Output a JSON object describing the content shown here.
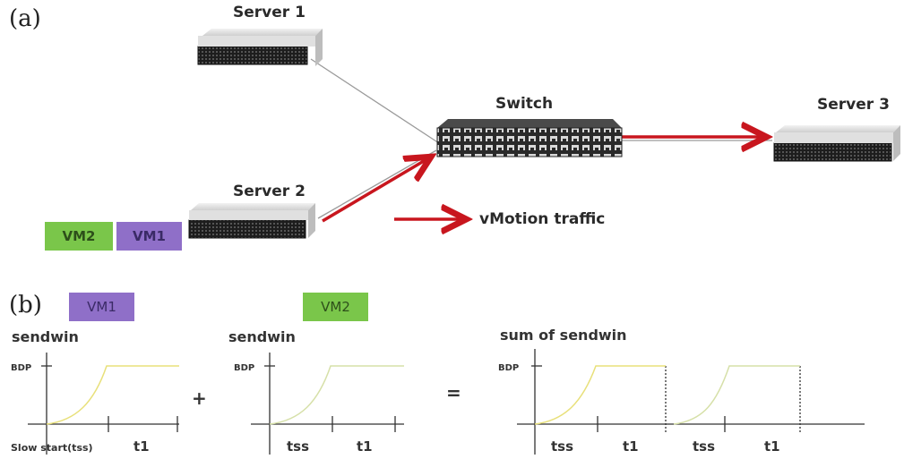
{
  "panel_a": {
    "label": "(a)",
    "servers": [
      {
        "name": "Server 1"
      },
      {
        "name": "Server 2"
      },
      {
        "name": "Server 3"
      }
    ],
    "switch": {
      "name": "Switch"
    },
    "vms_on_server2": [
      "VM2",
      "VM1"
    ],
    "legend": {
      "label": "vMotion traffic"
    },
    "colors": {
      "traffic": "#c8161e",
      "link": "#999999",
      "vm1": "#8f6fc8",
      "vm2": "#7ac64a"
    }
  },
  "panel_b": {
    "label": "(b)",
    "vm1_badge": "VM1",
    "vm2_badge": "VM2",
    "plus": "+",
    "equals": "=",
    "plots": [
      {
        "title": "sendwin",
        "y_tick": "BDP",
        "x_labels": [
          "Slow start(tss)",
          "t1"
        ]
      },
      {
        "title": "sendwin",
        "y_tick": "BDP",
        "x_labels": [
          "tss",
          "t1"
        ]
      },
      {
        "title": "sum of sendwin",
        "y_tick": "BDP",
        "x_labels": [
          "tss",
          "t1",
          "tss",
          "t1"
        ]
      }
    ],
    "colors": {
      "curve_vm1": "#e8e07a",
      "curve_vm2": "#d6e0a8",
      "axis": "#333333"
    }
  }
}
